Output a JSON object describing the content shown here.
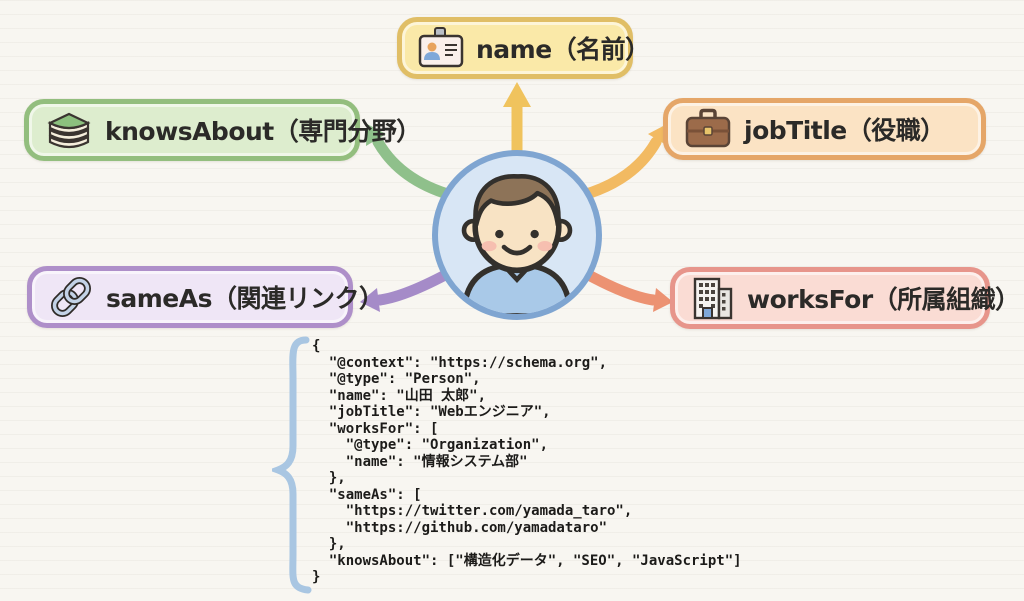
{
  "nodes": {
    "name": {
      "label": "name（名前）",
      "icon": "id-card-icon",
      "fill": "#FAE9A8",
      "border": "#E0BE66"
    },
    "knows_about": {
      "label": "knowsAbout（専門分野）",
      "icon": "books-icon",
      "fill": "#DDEDCE",
      "border": "#93BE7E"
    },
    "job_title": {
      "label": "jobTitle（役職）",
      "icon": "briefcase-icon",
      "fill": "#FBE3C4",
      "border": "#E5A668"
    },
    "same_as": {
      "label": "sameAs（関連リンク）",
      "icon": "link-icon",
      "fill": "#EFE6F6",
      "border": "#AE8FC9"
    },
    "works_for": {
      "label": "worksFor（所属組織）",
      "icon": "building-icon",
      "fill": "#FADCD4",
      "border": "#E7958B"
    }
  },
  "center": {
    "icon": "person-avatar",
    "circle_fill": "#D8E6F5",
    "circle_border": "#7FA5D1"
  },
  "arrows": {
    "to_name": "#F0C35D",
    "to_knows_about": "#8FC08B",
    "to_job_title": "#F2BA62",
    "to_same_as": "#A58BC8",
    "to_works_for": "#EC9272"
  },
  "code_block": {
    "brace_color": "#A9C6E2",
    "text": "{\n  \"@context\": \"https://schema.org\",\n  \"@type\": \"Person\",\n  \"name\": \"山田 太郎\",\n  \"jobTitle\": \"Webエンジニア\",\n  \"worksFor\": [\n    \"@type\": \"Organization\",\n    \"name\": \"情報システム部\"\n  },\n  \"sameAs\": [\n    \"https://twitter.com/yamada_taro\",\n    \"https://github.com/yamadataro\"\n  },\n  \"knowsAbout\": [\"構造化データ\", \"SEO\", \"JavaScript\"]\n}"
  }
}
